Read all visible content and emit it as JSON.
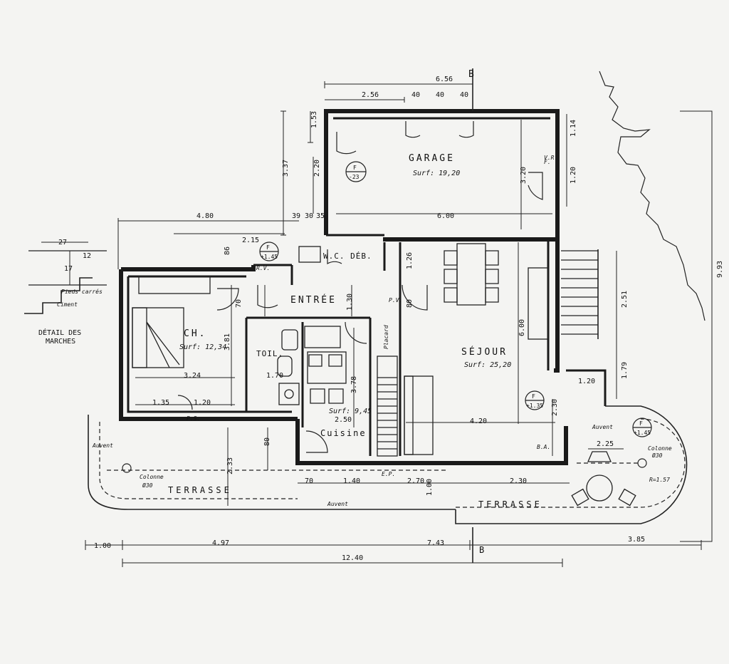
{
  "rooms": {
    "garage": "GARAGE",
    "garage_surf": "Surf: 19,20",
    "sejour": "SÉJOUR",
    "sejour_surf": "Surf: 25,20",
    "chambre": "CH.",
    "chambre_surf": "Surf: 12,34",
    "entree": "ENTRÉE",
    "wc_deb": "W.C. DÉB.",
    "toil": "TOIL.",
    "cuisine": "Cuisine",
    "cuisine_surf": "Surf: 9,45",
    "terrasse_left": "TERRASSE",
    "terrasse_right": "TERRASSE"
  },
  "detail": {
    "title_line1": "DÉTAIL DES",
    "title_line2": "MARCHES",
    "note1": "Pieds carrés",
    "note2": "Ciment",
    "dim1": "27",
    "dim2": "17",
    "dim3": "12"
  },
  "markers": {
    "section_top": "B",
    "section_bottom": "B",
    "level_garage_f": "F",
    "level_garage": "-23",
    "level_ch_f": "F",
    "level_ch": "+1.45",
    "level_sejour_f": "F",
    "level_sejour": "+1.35",
    "level_terr_f": "F",
    "level_terr": "+1.45"
  },
  "labels": {
    "placard": "Placard",
    "auvent_left": "Auvent",
    "auvent_right": "Auvent",
    "auvent_bottom": "Auvent",
    "colonne_left": "Colonne",
    "colonne_left_dim": "Ø30",
    "colonne_right": "Colonne",
    "colonne_right_dim": "Ø30",
    "radius": "R=1.57",
    "fv": "F.",
    "vr": "V.R.",
    "ps": "P.S.",
    "pv": "P.V.",
    "rv": "R.V.",
    "ep": "E.P.",
    "ba": "B.A."
  },
  "dims": {
    "top_656": "6.56",
    "top_256": "2.56",
    "top_40a": "40",
    "top_40b": "40",
    "top_40c": "40",
    "d_153": "1.53",
    "d_337": "3.37",
    "d_220": "2.20",
    "d_600_garage": "6.00",
    "d_320": "3.20",
    "d_114": "1.14",
    "d_120_vr": "1.20",
    "d_480": "4.80",
    "d_215": "2.15",
    "d_86": "86",
    "d_39": "39",
    "d_30": "30",
    "d_35": "35",
    "d_126": "1.26",
    "d_70_left": "70",
    "d_130": "1.30",
    "d_80": "80",
    "d_381": "3.81",
    "d_324": "3.24",
    "d_135": "1.35",
    "d_120_ch": "1.20",
    "d_170": "1.70",
    "d_378": "3.78",
    "d_250": "2.50",
    "d_600_sej": "6.00",
    "d_420": "4.20",
    "d_251": "2.51",
    "d_179": "1.79",
    "d_120_stair": "1.20",
    "d_993": "9.93",
    "d_230_v": "2.30",
    "d_225": "2.25",
    "d_233": "2.33",
    "d_80_k": "80",
    "d_70_bot": "70",
    "d_140": "1.40",
    "d_270": "2.70",
    "d_230_h": "2.30",
    "d_100_bot": "1.00",
    "d_497": "4.97",
    "d_743": "7.43",
    "d_385": "3.85",
    "d_1240": "12.40"
  }
}
